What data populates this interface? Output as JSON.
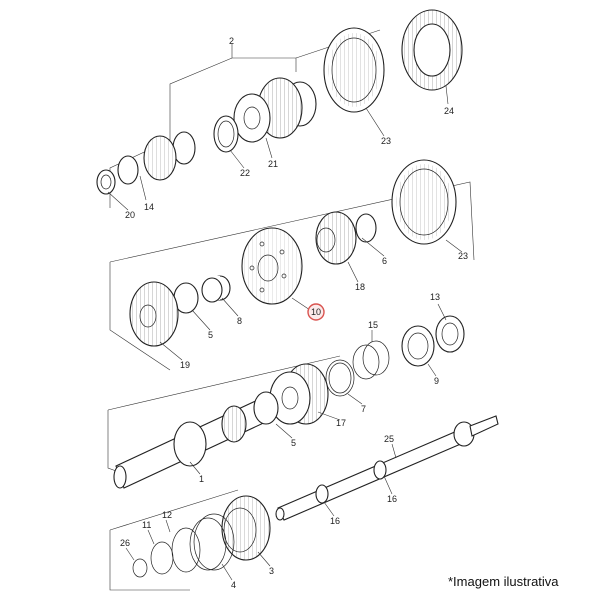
{
  "caption": "*Imagem ilustrativa",
  "highlight_color": "#d9534f",
  "highlighted_callout": "10",
  "callouts": {
    "c2": "2",
    "c24": "24",
    "c23a": "23",
    "c21": "21",
    "c22": "22",
    "c14": "14",
    "c20": "20",
    "c23b": "23",
    "c6": "6",
    "c18": "18",
    "c10": "10",
    "c8": "8",
    "c5a": "5",
    "c19": "19",
    "c13": "13",
    "c15": "15",
    "c9": "9",
    "c7": "7",
    "c17": "17",
    "c5b": "5",
    "c1": "1",
    "c25": "25",
    "c16a": "16",
    "c16b": "16",
    "c12": "12",
    "c11": "11",
    "c26": "26",
    "c4": "4",
    "c3": "3"
  }
}
